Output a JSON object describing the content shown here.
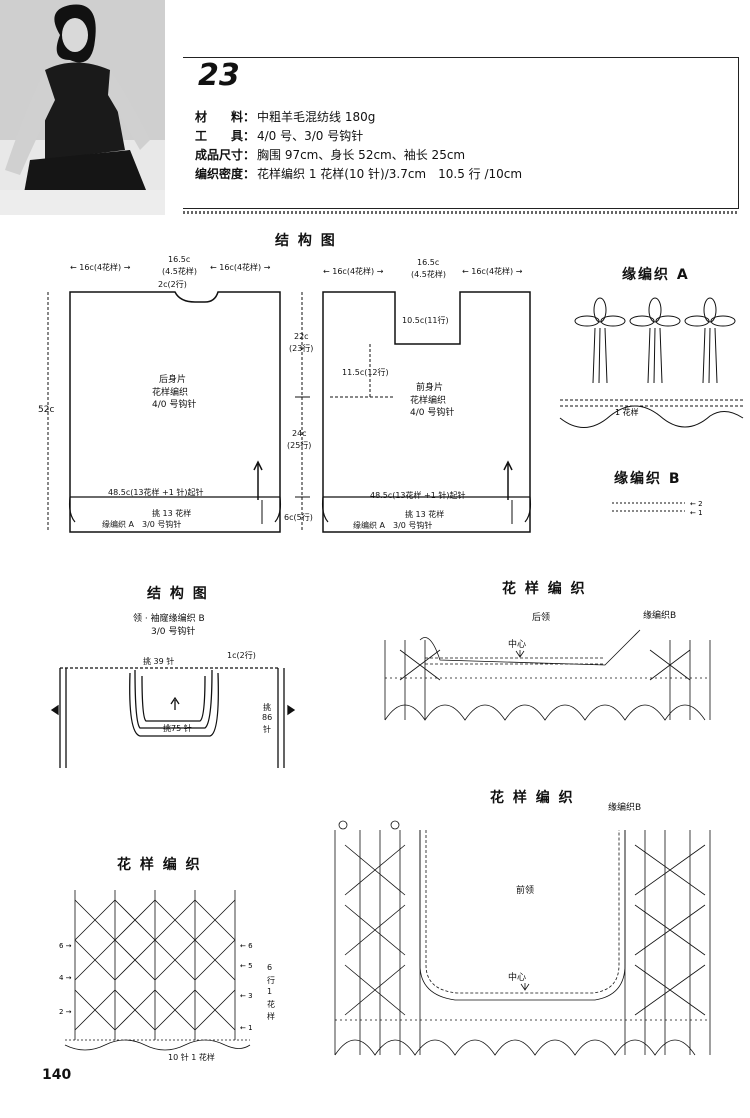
{
  "pattern_number": "23",
  "materials": [
    {
      "label": "材　　料：",
      "value": "中粗羊毛混纺线 180g"
    },
    {
      "label": "工　　具：",
      "value": "4/0 号、3/0 号钩针"
    },
    {
      "label": "成品尺寸：",
      "value": "胸围 97cm、身长 52cm、袖长 25cm"
    },
    {
      "label": "编织密度：",
      "value": "花样编织 1 花样(10 针)/3.7cm　10.5 行 /10cm"
    }
  ],
  "structure_title_1": "结 构 图",
  "back_panel": {
    "top_left": "← 16c(4花样) →",
    "top_mid": "16.5c",
    "top_mid2": "(4.5花样)",
    "top_right": "← 16c(4花样) →",
    "neck": "2c(2行)",
    "name": "后身片",
    "pattern": "花样编织",
    "hook": "4/0 号钩针",
    "height": "52c",
    "bottom_stitch": "48.5c(13花样 +1 针)起针",
    "pick": "挑 13 花样",
    "edge": "缘编织 A　3/0 号钩针"
  },
  "front_panel": {
    "top_left": "← 16c(4花样) →",
    "top_mid": "16.5c",
    "top_mid2": "(4.5花样)",
    "top_right": "← 16c(4花样) →",
    "neck_width": "10.5c(11行)",
    "neck_depth": "11.5c(12行)",
    "upper": "22c",
    "upper_rows": "(23行)",
    "lower": "24c",
    "lower_rows": "(25行)",
    "name": "前身片",
    "pattern": "花样编织",
    "hook": "4/0 号钩针",
    "bottom_stitch": "48.5c(13花样 +1 针)起针",
    "pick": "挑 13 花样",
    "edge": "缘编织 A　3/0 号钩针",
    "hem": "6c(5行)"
  },
  "edge_a_title": "缘编织 A",
  "edge_a_label": "1 花样",
  "edge_b_title": "缘编织 B",
  "structure_title_2": "结 构 图",
  "neck_sleeve": {
    "title": "领 · 袖窿缘编织 B",
    "hook": "3/0 号钩针",
    "pick_top": "挑 39 针",
    "rows": "1c(2行)",
    "pick_bottom": "挑75 针",
    "pick_side": [
      "挑",
      "86",
      "针"
    ]
  },
  "pattern_title_right_top": "花 样 编 织",
  "back_neck_label": "后领",
  "center_label": "中心",
  "edge_b_label": "缘编织B",
  "pattern_title_left": "花 样 编 织",
  "pattern_left_rows": [
    "6",
    "行",
    "1",
    "花",
    "样"
  ],
  "pattern_left_bottom": "10 针 1 花样",
  "pattern_title_right_bottom": "花 样 编 织",
  "front_neck_label": "前领",
  "center_label_2": "中心",
  "edge_b_label_2": "缘编织B",
  "page_number": "140"
}
